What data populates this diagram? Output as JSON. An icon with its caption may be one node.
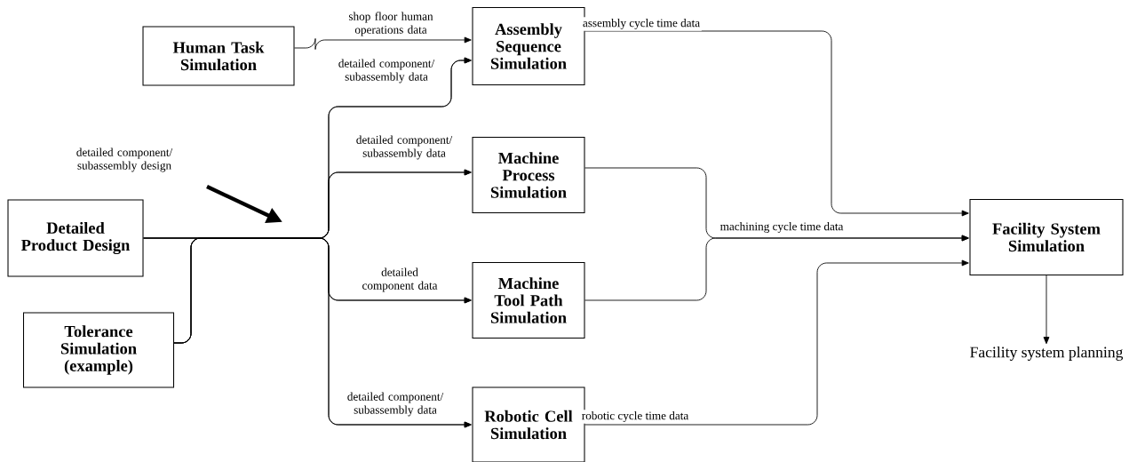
{
  "diagram": {
    "nodes": [
      {
        "text": [
          "Human Task Simulation"
        ]
      },
      {
        "text": [
          "Assembly Sequence Simulation"
        ]
      },
      {
        "text": [
          "Machine Process Simulation"
        ]
      },
      {
        "text": [
          "Machine Tool Path Simulation"
        ]
      },
      {
        "text": [
          "Robotic Cell Simulation"
        ]
      },
      {
        "text": [
          "Detailed Product Design"
        ]
      },
      {
        "text": [
          "Tolerance Simulation (example)"
        ]
      },
      {
        "text": [
          "Facility System Simulation"
        ]
      },
      {
        "text": [
          "Facility system planning"
        ]
      }
    ],
    "edges": [
      {
        "from": 0,
        "to": 1,
        "arrow": "to",
        "label": "shop floor human operations data"
      },
      {
        "from": 5,
        "to": 1,
        "arrow": "to",
        "label": "detailed component/ subassembly data"
      },
      {
        "from": 5,
        "to": 2,
        "arrow": "to",
        "label": "detailed component/ subassembly data"
      },
      {
        "from": 5,
        "to": 3,
        "arrow": "to",
        "label": "detailed component data"
      },
      {
        "from": 5,
        "to": 4,
        "arrow": "to",
        "label": "detailed component/ subassembly data"
      },
      {
        "from": 6,
        "to": 1,
        "arrow": "to"
      },
      {
        "from": 6,
        "to": 2,
        "arrow": "to"
      },
      {
        "from": 6,
        "to": 3,
        "arrow": "to"
      },
      {
        "from": 6,
        "to": 4,
        "arrow": "to"
      },
      {
        "from": 1,
        "to": 7,
        "arrow": "to",
        "label": "assembly cycle time data"
      },
      {
        "from": 2,
        "to": 7,
        "arrow": "to",
        "label": "machining cycle time data"
      },
      {
        "from": 3,
        "to": 7,
        "arrow": "to"
      },
      {
        "from": 4,
        "to": 7,
        "arrow": "to",
        "label": "robotic cycle time data"
      },
      {
        "from": 7,
        "to": 8,
        "arrow": "to"
      }
    ],
    "labels": [
      "detailed component/ subassembly design"
    ]
  }
}
